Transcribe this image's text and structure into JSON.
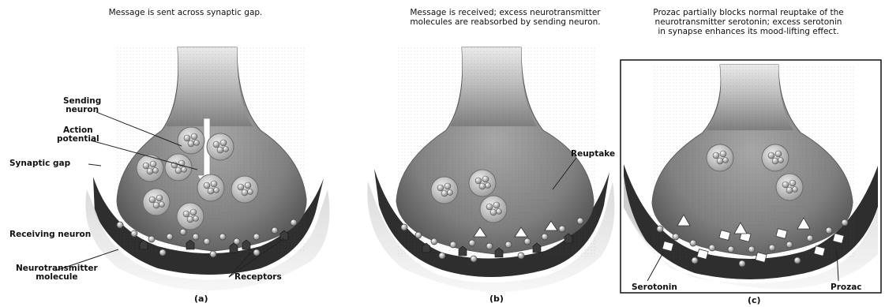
{
  "panels": [
    {
      "caption": "Message is sent across synaptic gap.",
      "sublabel": "(a)",
      "labels": {
        "sending_neuron": "Sending\nneuron",
        "action_potential": "Action\npotential",
        "synaptic_gap": "Synaptic gap",
        "receiving_neuron": "Receiving neuron",
        "neurotransmitter_molecule": "Neurotransmitter\nmolecule",
        "receptors": "Receptors"
      }
    },
    {
      "caption": "Message is received; excess neurotransmitter\nmolecules are reabsorbed by sending neuron.",
      "sublabel": "(b)",
      "labels": {
        "reuptake": "Reuptake"
      }
    },
    {
      "caption": "Prozac partially blocks normal reuptake of the\nneurotransmitter serotonin; excess serotonin\nin synapse enhances its mood-lifting effect.",
      "sublabel": "(c)",
      "labels": {
        "serotonin": "Serotonin",
        "prozac": "Prozac"
      }
    }
  ]
}
